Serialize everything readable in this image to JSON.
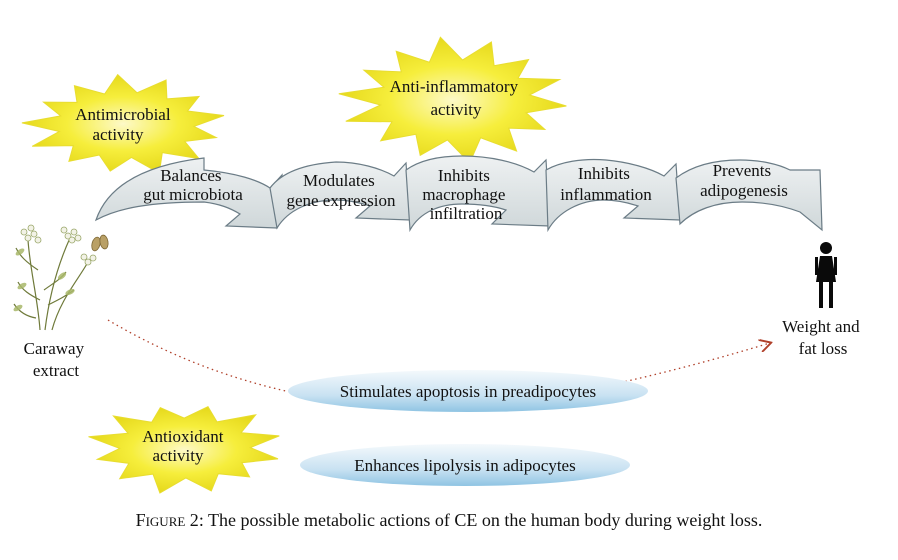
{
  "bursts": {
    "antimicrobial": [
      "Antimicrobial",
      "activity"
    ],
    "anti_inflammatory": [
      "Anti-inflammatory",
      "activity"
    ],
    "antioxidant": [
      "Antioxidant",
      "activity"
    ]
  },
  "steps": [
    [
      "Balances",
      "gut microbiota"
    ],
    [
      "Modulates",
      "gene expression"
    ],
    [
      "Inhibits",
      "macrophage",
      "infiltration"
    ],
    [
      "Inhibits",
      "inflammation"
    ],
    [
      "Prevents",
      "adipogenesis"
    ]
  ],
  "source": [
    "Caraway",
    "extract"
  ],
  "outcome": [
    "Weight and",
    "fat loss"
  ],
  "pills": {
    "apoptosis": "Stimulates apoptosis in preadipocytes",
    "lipolysis": "Enhances lipolysis in adipocytes"
  },
  "caption": {
    "label": "Figure 2",
    "text": ": The possible metabolic actions of CE on the human body during weight loss."
  },
  "colors": {
    "burst": "#f6ee3c",
    "burst_glow": "#fbf7b8",
    "arrow_fill": "#dfe5e6",
    "arrow_stroke": "#6b7c86",
    "pill_light": "#eef6fb",
    "pill_dark": "#8fc4e3",
    "dotted_line": "#b0402a"
  }
}
